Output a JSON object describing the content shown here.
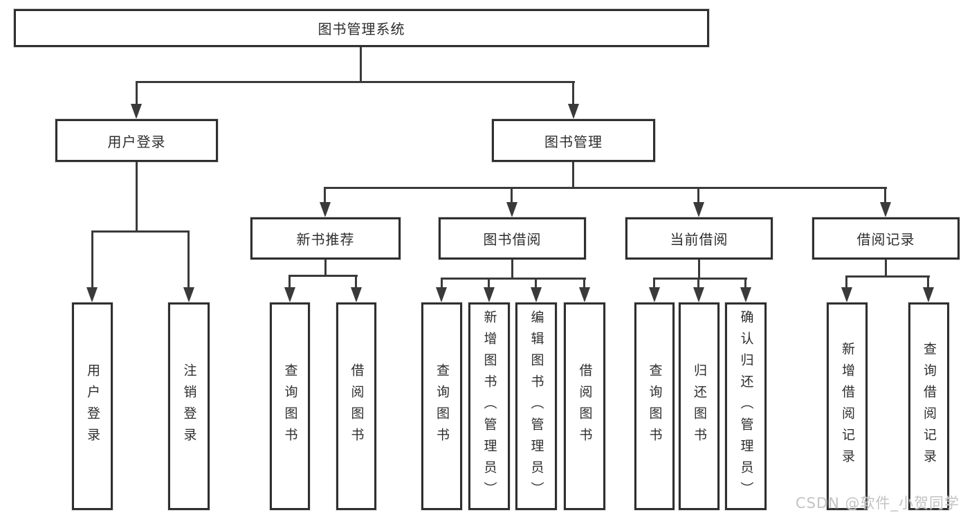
{
  "diagram": {
    "root": {
      "label": "图书管理系统"
    },
    "branches": [
      {
        "label": "用户登录",
        "children": [
          {
            "label": "用户登录"
          },
          {
            "label": "注销登录"
          }
        ]
      },
      {
        "label": "图书管理",
        "children": [
          {
            "label": "新书推荐",
            "children": [
              {
                "label": "查询图书"
              },
              {
                "label": "借阅图书"
              }
            ]
          },
          {
            "label": "图书借阅",
            "children": [
              {
                "label": "查询图书"
              },
              {
                "label": "新增图书（管理员）"
              },
              {
                "label": "编辑图书（管理员）"
              },
              {
                "label": "借阅图书"
              }
            ]
          },
          {
            "label": "当前借阅",
            "children": [
              {
                "label": "查询图书"
              },
              {
                "label": "归还图书"
              },
              {
                "label": "确认归还（管理员）"
              }
            ]
          },
          {
            "label": "借阅记录",
            "children": [
              {
                "label": "新增借阅记录"
              },
              {
                "label": "查询借阅记录"
              }
            ]
          }
        ]
      }
    ],
    "colors": {
      "line": "#3a3a3a",
      "border": "#2f2f2f",
      "text": "#2e2e2e",
      "watermark": "#c3c3c3"
    }
  },
  "watermark": {
    "text": "CSDN @软件_小贺同学"
  }
}
